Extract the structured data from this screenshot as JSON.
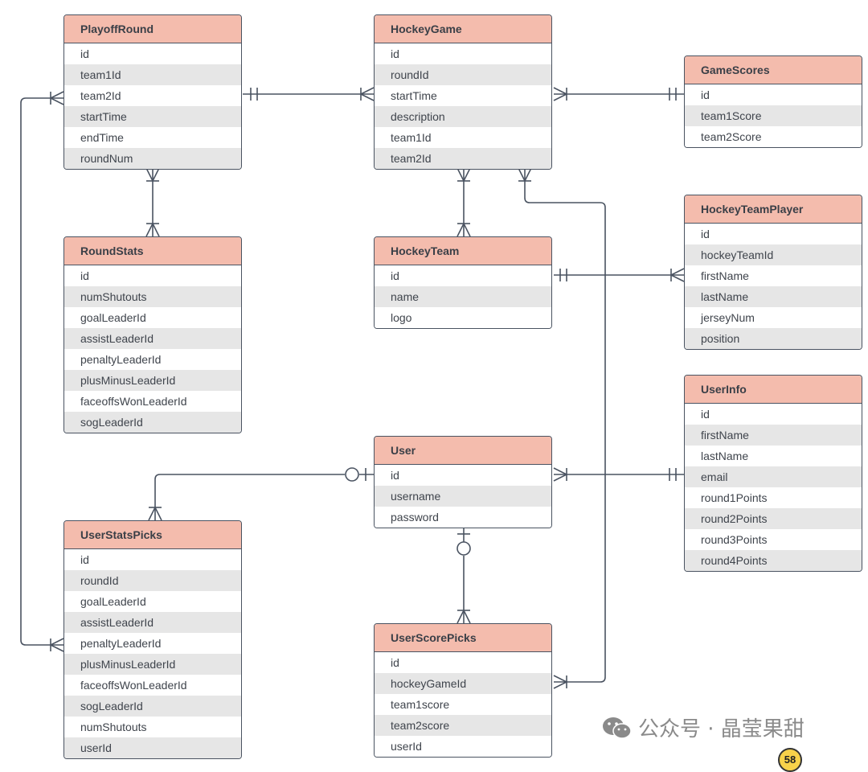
{
  "entities": [
    {
      "id": "playoff-round",
      "title": "PlayoffRound",
      "fields": [
        "id",
        "team1Id",
        "team2Id",
        "startTime",
        "endTime",
        "roundNum"
      ]
    },
    {
      "id": "hockey-game",
      "title": "HockeyGame",
      "fields": [
        "id",
        "roundId",
        "startTime",
        "description",
        "team1Id",
        "team2Id"
      ]
    },
    {
      "id": "game-scores",
      "title": "GameScores",
      "fields": [
        "id",
        "team1Score",
        "team2Score"
      ]
    },
    {
      "id": "round-stats",
      "title": "RoundStats",
      "fields": [
        "id",
        "numShutouts",
        "goalLeaderId",
        "assistLeaderId",
        "penaltyLeaderId",
        "plusMinusLeaderId",
        "faceoffsWonLeaderId",
        "sogLeaderId"
      ]
    },
    {
      "id": "hockey-team",
      "title": "HockeyTeam",
      "fields": [
        "id",
        "name",
        "logo"
      ]
    },
    {
      "id": "hockey-team-player",
      "title": "HockeyTeamPlayer",
      "fields": [
        "id",
        "hockeyTeamId",
        "firstName",
        "lastName",
        "jerseyNum",
        "position"
      ]
    },
    {
      "id": "user-info",
      "title": "UserInfo",
      "fields": [
        "id",
        "firstName",
        "lastName",
        "email",
        "round1Points",
        "round2Points",
        "round3Points",
        "round4Points"
      ]
    },
    {
      "id": "user",
      "title": "User",
      "fields": [
        "id",
        "username",
        "password"
      ]
    },
    {
      "id": "user-stats-picks",
      "title": "UserStatsPicks",
      "fields": [
        "id",
        "roundId",
        "goalLeaderId",
        "assistLeaderId",
        "penaltyLeaderId",
        "plusMinusLeaderId",
        "faceoffsWonLeaderId",
        "sogLeaderId",
        "numShutouts",
        "userId"
      ]
    },
    {
      "id": "user-score-picks",
      "title": "UserScorePicks",
      "fields": [
        "id",
        "hockeyGameId",
        "team1score",
        "team2score",
        "userId"
      ]
    }
  ],
  "watermark": {
    "text": "公众号 · 晶莹果甜",
    "icon": "wechat-icon"
  },
  "badge": {
    "text": "58"
  },
  "colors": {
    "header": "#f4bcad",
    "stripe": "#e6e6e6",
    "border": "#4a5361",
    "line": "#4a5361"
  }
}
